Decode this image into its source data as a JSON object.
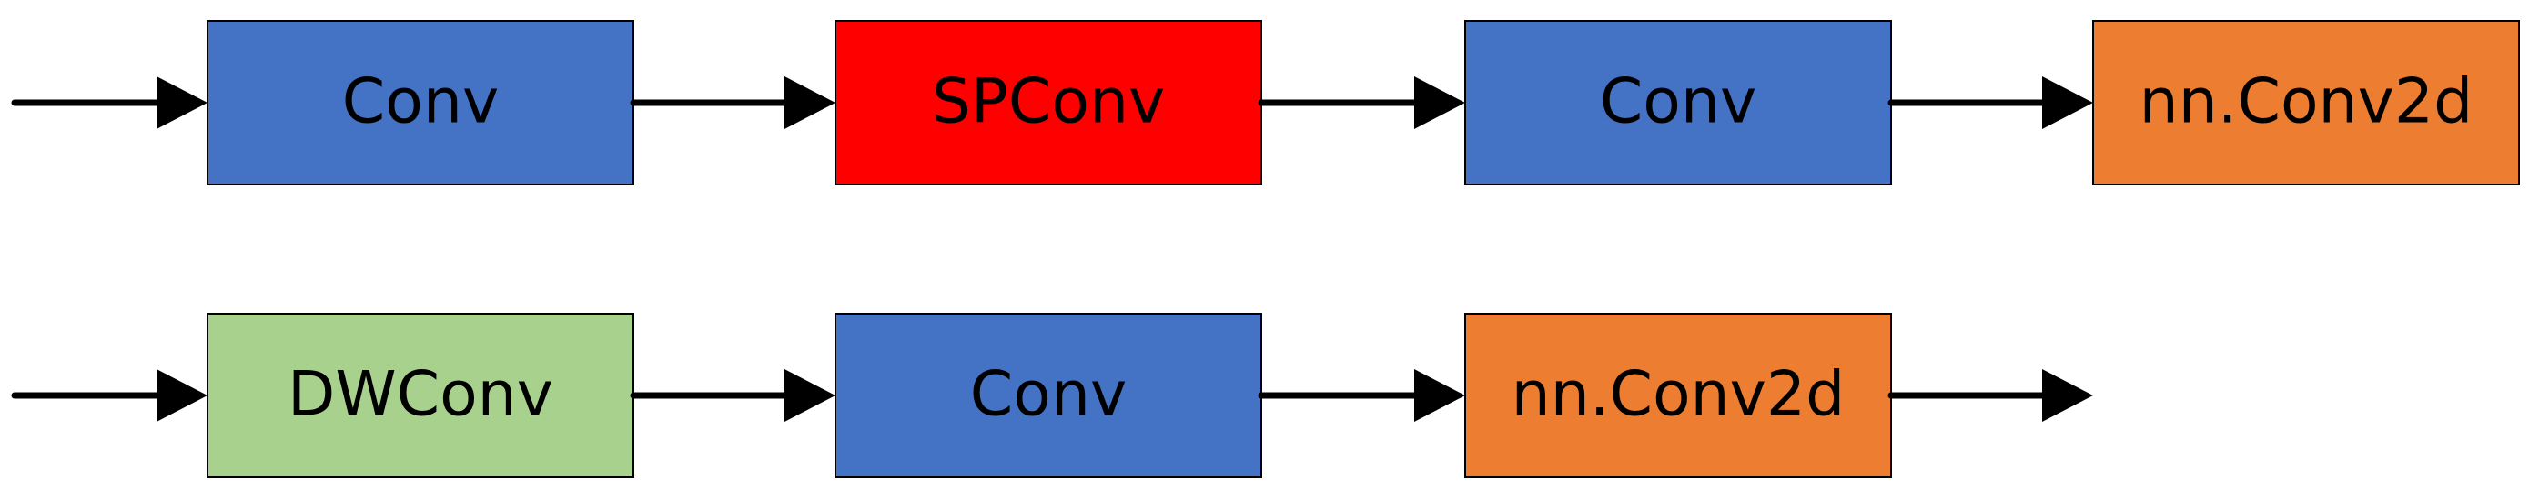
{
  "colors": {
    "blue": "#4472C4",
    "red": "#FF0000",
    "orange": "#ED7D31",
    "green": "#A9D18E",
    "stroke": "#000000"
  },
  "rows": [
    {
      "blocks": [
        {
          "label": "Conv",
          "color": "blue"
        },
        {
          "label": "SPConv",
          "color": "red"
        },
        {
          "label": "Conv",
          "color": "blue"
        },
        {
          "label": "nn.Conv2d",
          "color": "orange"
        }
      ],
      "trailing_arrow": false
    },
    {
      "blocks": [
        {
          "label": "DWConv",
          "color": "green"
        },
        {
          "label": "Conv",
          "color": "blue"
        },
        {
          "label": "nn.Conv2d",
          "color": "orange"
        }
      ],
      "trailing_arrow": true
    }
  ]
}
